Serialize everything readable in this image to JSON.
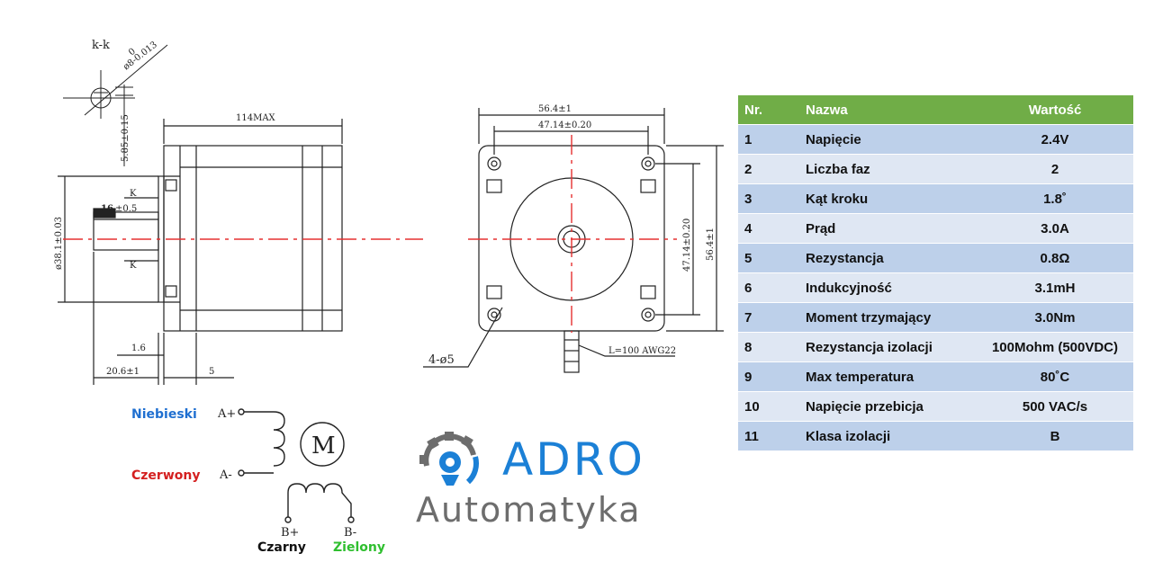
{
  "drawing": {
    "section_label": "k-k",
    "shaft_dia": "ø8-0.013",
    "shaft_dia_tol_top": "0",
    "key_depth": "5.85±0.15",
    "length_max": "114MAX",
    "pilot_dia": "ø38.1±0.03",
    "key_length": "16",
    "key_length_tol": "±0.5",
    "k_top": "K",
    "k_bottom": "K",
    "flange_thk": "1.6",
    "shaft_len": "20.6±1",
    "step_len": "5",
    "width_outer": "56.4±1",
    "width_hole": "47.14±0.20",
    "height_hole": "47.14±0.20",
    "height_outer": "56.4±1",
    "holes": "4-ø5",
    "cable": "L=100 AWG22"
  },
  "wiring": {
    "wire_a_plus_color": "Niebieski",
    "wire_a_minus_color": "Czerwony",
    "wire_b_plus_color": "Czarny",
    "wire_b_minus_color": "Zielony",
    "pin_a_plus": "A+",
    "pin_a_minus": "A-",
    "pin_b_plus": "B+",
    "pin_b_minus": "B-",
    "motor_symbol": "M",
    "colors": {
      "blue": "#1f6fd0",
      "red": "#d42020",
      "black": "#111111",
      "green": "#2fbf2f"
    }
  },
  "table": {
    "headers": {
      "nr": "Nr.",
      "name": "Nazwa",
      "value": "Wartość"
    },
    "rows": [
      {
        "nr": "1",
        "name": "Napięcie",
        "value": "2.4V"
      },
      {
        "nr": "2",
        "name": "Liczba faz",
        "value": "2"
      },
      {
        "nr": "3",
        "name": "Kąt kroku",
        "value": "1.8˚"
      },
      {
        "nr": "4",
        "name": "Prąd",
        "value": "3.0A"
      },
      {
        "nr": "5",
        "name": "Rezystancja",
        "value": "0.8Ω"
      },
      {
        "nr": "6",
        "name": "Indukcyjność",
        "value": "3.1mH"
      },
      {
        "nr": "7",
        "name": "Moment trzymający",
        "value": "3.0Nm"
      },
      {
        "nr": "8",
        "name": "Rezystancja izolacji",
        "value": "100Mohm (500VDC)"
      },
      {
        "nr": "9",
        "name": "Max temperatura",
        "value": "80˚C"
      },
      {
        "nr": "10",
        "name": "Napięcie przebicja",
        "value": "500 VAC/s"
      },
      {
        "nr": "11",
        "name": "Klasa izolacji",
        "value": "B"
      }
    ],
    "header_color": "#70ad47",
    "row_color_odd": "#bdd0ea",
    "row_color_even": "#dfe7f3"
  },
  "logo": {
    "top_text": "ADRO",
    "bottom_text": "Automatyka",
    "blue": "#1b80d6",
    "gray": "#6d6d6d"
  }
}
